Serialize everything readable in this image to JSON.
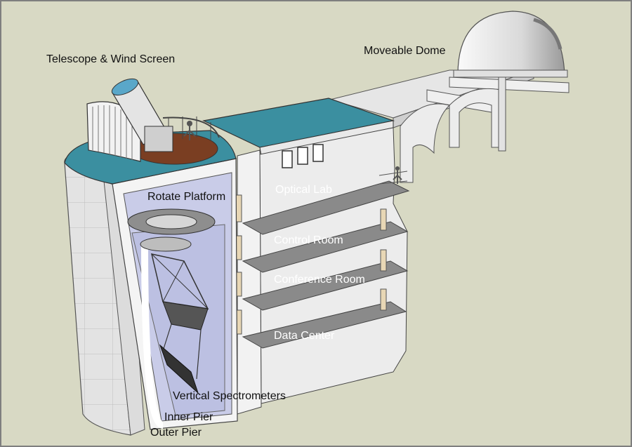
{
  "labels": {
    "telescope": "Telescope & Wind Screen",
    "dome": "Moveable Dome",
    "platform": "Rotate Platform",
    "optical": "Optical Lab",
    "control": "Control Room",
    "conference": "Conference Room",
    "datacenter": "Data Center",
    "spectrometers": "Vertical Spectrometers",
    "innerpier": "Inner Pier",
    "outerpier": "Outer Pier"
  },
  "colors": {
    "background": "#d8d9c4",
    "roof": "#3b8fa0",
    "wall": "#e9e9e9",
    "floor": "#8a8a8a",
    "interior": "#c9cce8",
    "platform": "#7a3e22"
  }
}
